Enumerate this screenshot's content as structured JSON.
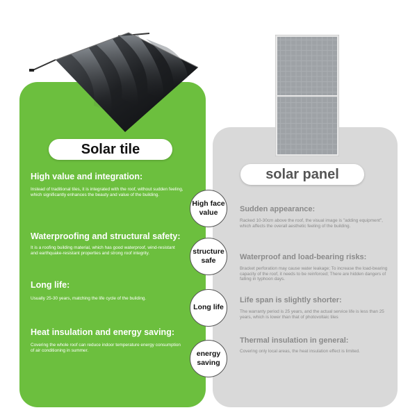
{
  "solar_tile": {
    "title": "Solar tile",
    "sections": [
      {
        "heading": "High value and integration:",
        "body": "Instead of traditional tiles, it is integrated with the roof, without sudden feeling, which significantly enhances the beauty and value of the building."
      },
      {
        "heading": "Waterproofing and structural safety:",
        "body": "It is a roofing building material, which has good waterproof, wind-resistant and earthquake-resistant properties and strong roof integrity."
      },
      {
        "heading": "Long life:",
        "body": "Usually 25-30 years, matching the life cycle of the building."
      },
      {
        "heading": "Heat insulation and energy saving:",
        "body": "Covering the whole roof can reduce indoor temperature energy consumption of air conditioning in summer."
      }
    ]
  },
  "solar_panel": {
    "title": "solar panel",
    "sections": [
      {
        "heading": "Sudden appearance:",
        "body": "Racked 10-30cm above the roof, the visual image is \"adding equipment\", which affects the overall aesthetic feeling of the building."
      },
      {
        "heading": "Waterproof and load-bearing risks:",
        "body": "Bracket perforation may cause water leakage; To increase the load-bearing capacity of the roof, it needs to be reinforced; There are hidden dangers of falling in typhoon days."
      },
      {
        "heading": "Life span is slightly shorter:",
        "body": "The warranty period is 25 years, and the actual service life is less than 25 years, which is lower than that of photovoltaic tiles"
      },
      {
        "heading": "Thermal insulation in general:",
        "body": "Covering only local areas, the heat insulation effect is limited."
      }
    ]
  },
  "comparisons": [
    {
      "line1": "High face",
      "line2": "value"
    },
    {
      "line1": "structure",
      "line2": "safe"
    },
    {
      "line1": "Long life",
      "line2": ""
    },
    {
      "line1": "energy",
      "line2": "saving"
    }
  ],
  "colors": {
    "green": "#6cbf3e",
    "gray": "#d9d9d9",
    "gray_text": "#8a8a8a"
  }
}
